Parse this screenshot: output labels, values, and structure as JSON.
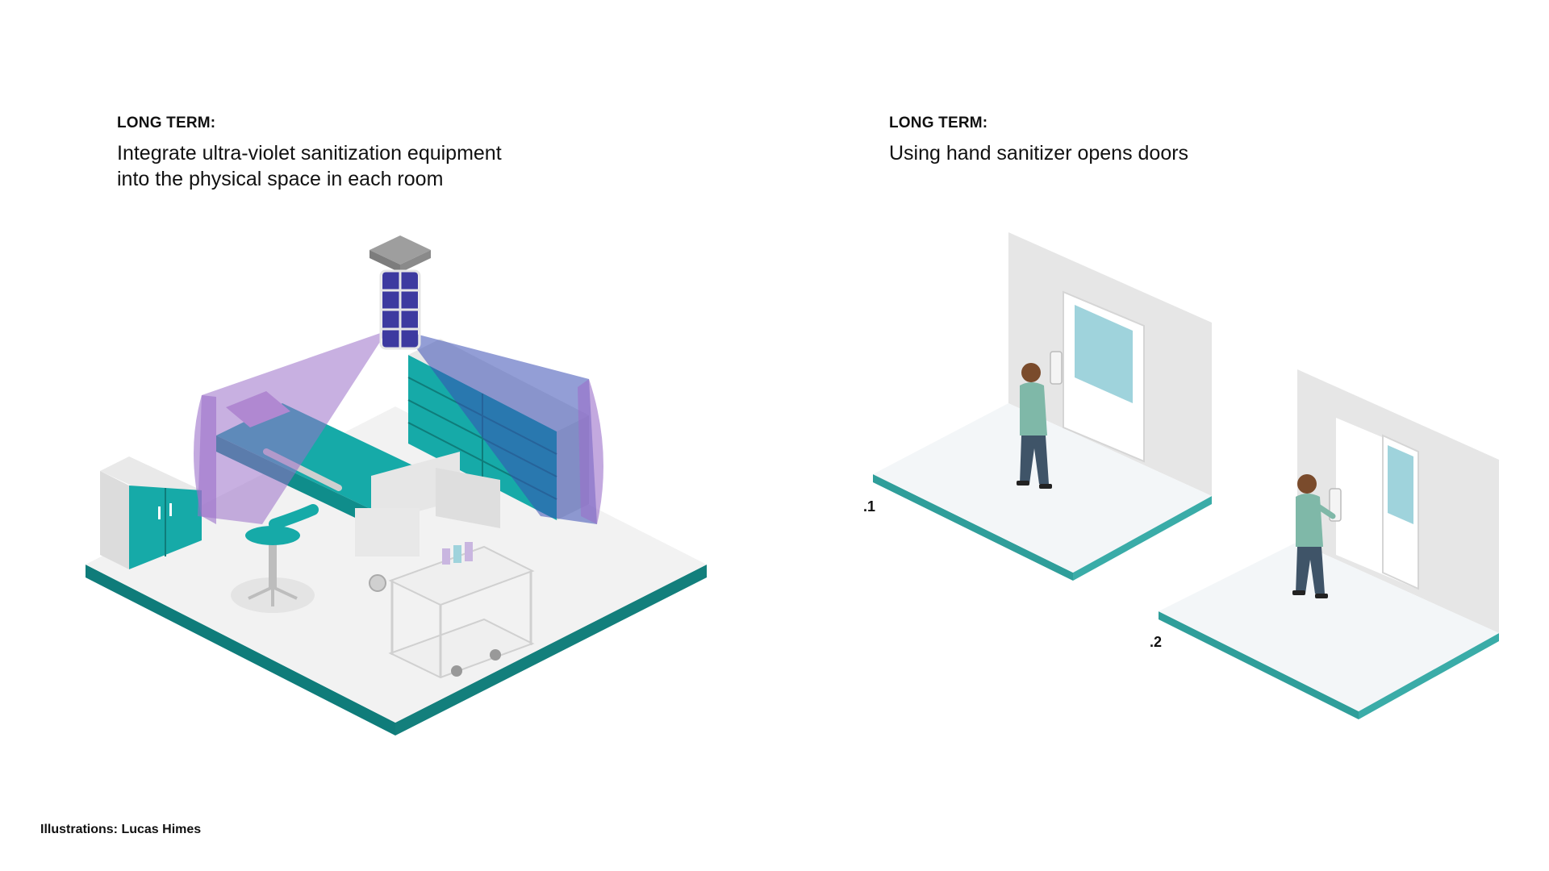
{
  "left_panel": {
    "kicker": "LONG TERM:",
    "headline": "Integrate ultra-violet sanitization equipment into the physical space in each room"
  },
  "right_panel": {
    "kicker": "LONG TERM:",
    "headline": "Using hand sanitizer opens doors",
    "steps": [
      ".1",
      ".2"
    ]
  },
  "credit": "Illustrations: Lucas Himes",
  "colors": {
    "teal": "#16aaa8",
    "teal_dark": "#0f7c7a",
    "uv_purple": "#9b6fc9",
    "uv_blue": "#3a4fb5",
    "floor": "#f2f2f2",
    "wall": "#e6e6e6",
    "glass": "#9fd3dc",
    "person_shirt": "#7fb8a8",
    "person_pants": "#3f5468"
  }
}
